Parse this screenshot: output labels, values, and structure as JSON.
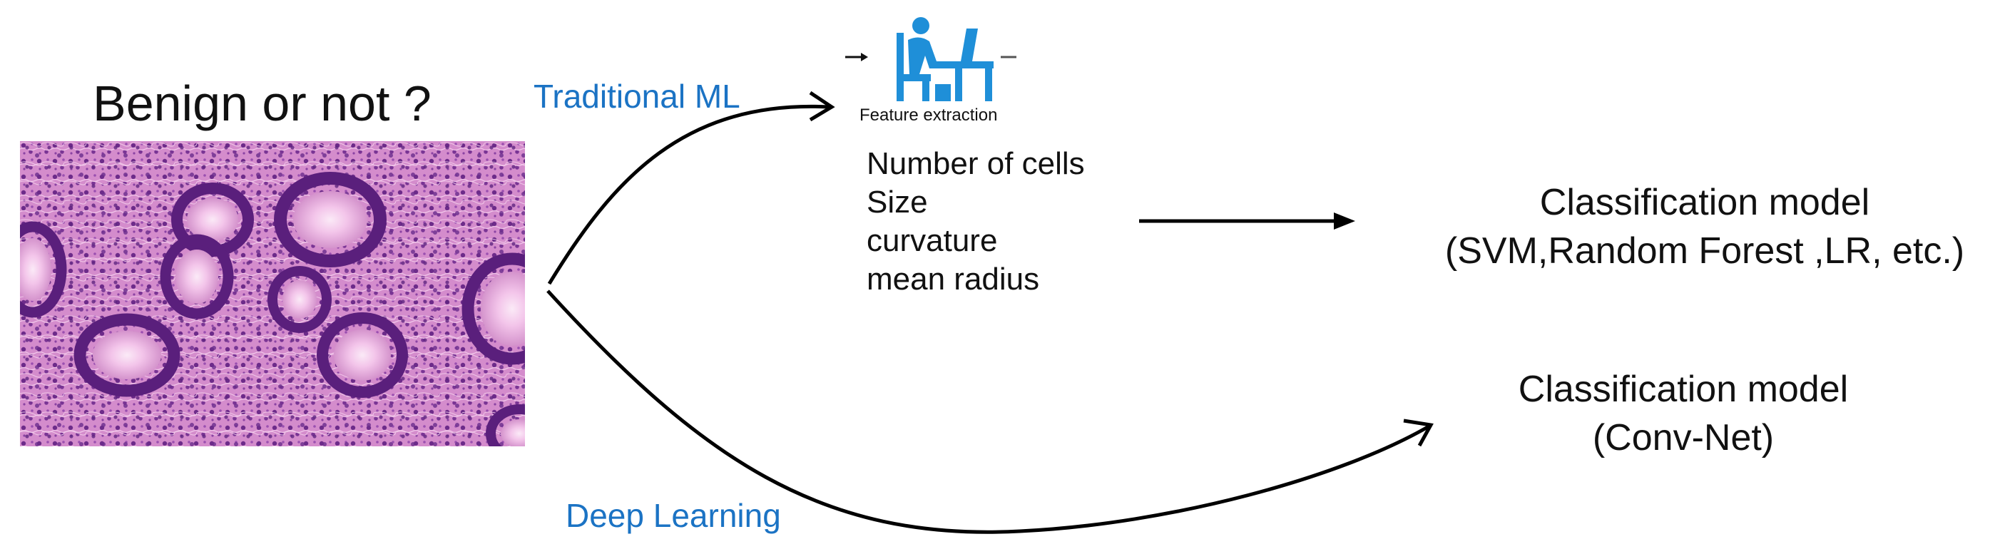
{
  "title": "Benign or not ?",
  "paths": {
    "traditional_label": "Traditional ML",
    "deep_label": "Deep Learning"
  },
  "feature_extraction": {
    "caption": "Feature extraction",
    "icon": "person-at-computer-icon",
    "features": [
      "Number of cells",
      "Size",
      "curvature",
      "mean radius"
    ]
  },
  "models": {
    "ml": {
      "title": "Classification model",
      "subtitle": "(SVM,Random Forest ,LR, etc.)"
    },
    "dl": {
      "title": "Classification model",
      "subtitle": "(Conv-Net)"
    }
  },
  "colors": {
    "label_blue": "#1b73c4",
    "icon_blue": "#1f8fd8",
    "arrow": "#000000",
    "tissue_pink": "#d98fcf",
    "tissue_purple": "#6b2a86"
  }
}
